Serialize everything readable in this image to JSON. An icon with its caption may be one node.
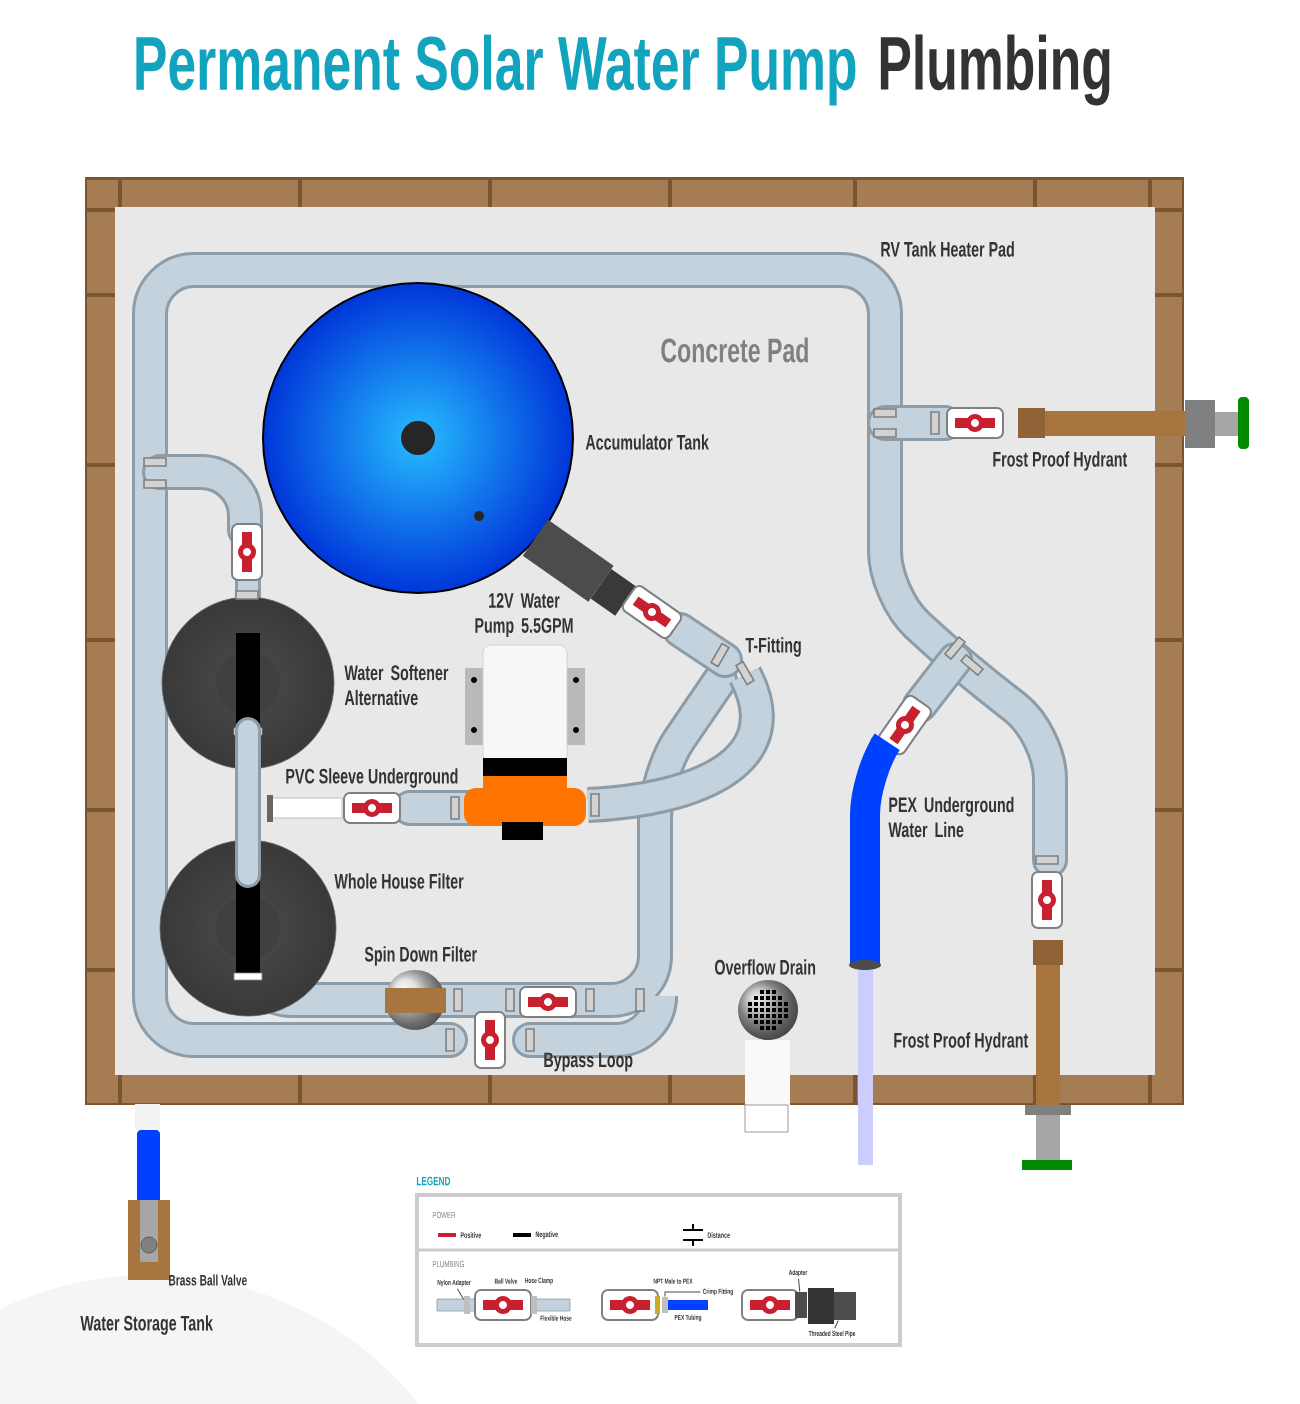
{
  "diagram": {
    "title": "Permanent Solar Water Pump",
    "nodes": [
      {
        "text": [
          "Nylon Adapter"
        ]
      },
      {
        "text": [
          "Crimp Fitting"
        ]
      },
      {
        "text": [
          "Adapter"
        ]
      },
      {
        "text": [
          "Threaded Steel Pipe"
        ]
      },
      {
        "text": [],
        "shape": "box"
      },
      {
        "text": [],
        "shape": "box"
      },
      {
        "text": [],
        "shape": "box"
      },
      {
        "text": [],
        "shape": "box"
      }
    ],
    "edges": [
      {
        "from": 0,
        "to": 4,
        "arrow": "none"
      },
      {
        "from": 1,
        "to": 5,
        "arrow": "none"
      },
      {
        "from": 2,
        "to": 6,
        "arrow": "none"
      },
      {
        "from": 3,
        "to": 7,
        "arrow": "none"
      }
    ],
    "labels": [
      "Plumbing",
      "RV Tank Heater Pad",
      "Concrete Pad",
      "Accumulator Tank",
      "Frost Proof Hydrant",
      "12V Water Pump 5.5GPM",
      "T-Fitting",
      "Water Softener Alternative",
      "PVC Sleeve Underground",
      "PEX Underground Water Line",
      "Whole House Filter",
      "Spin Down Filter",
      "Overflow Drain",
      "Frost Proof Hydrant",
      "Bypass Loop",
      "Brass Ball Valve",
      "Water Storage Tank",
      "LEGEND",
      "POWER",
      "PLUMBING",
      "Ball Valve",
      "Hose Clamp",
      "Flexible Hose",
      "NPT Male to PEX",
      "PEX Tubing"
    ],
    "legend": [
      {
        "text": "Positive"
      },
      {
        "text": "Negative"
      },
      {
        "text": "Distance"
      }
    ]
  }
}
